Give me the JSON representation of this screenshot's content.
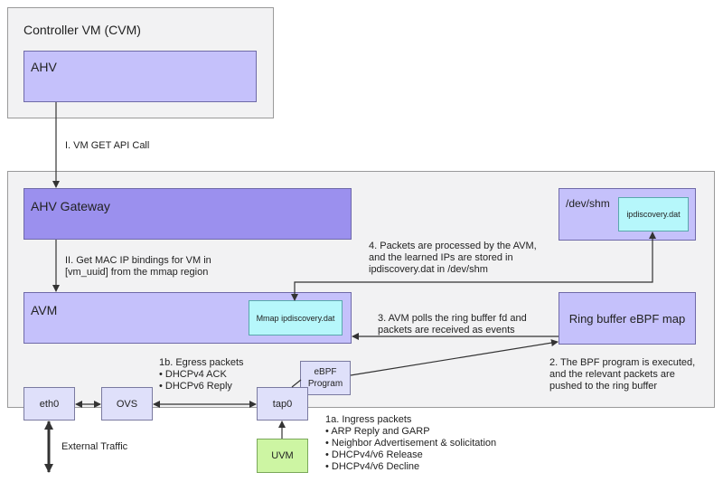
{
  "cvm": {
    "title": "Controller VM (CVM)",
    "ahv": "AHV"
  },
  "host": {
    "gateway": "AHV Gateway",
    "shm": {
      "title": "/dev/shm",
      "file": "ipdiscovery.dat"
    },
    "avm": {
      "title": "AVM",
      "mmap": "Mmap ipdiscovery.dat"
    },
    "ringbuffer": "Ring buffer eBPF map",
    "ebpf": {
      "line1": "eBPF",
      "line2": "Program"
    },
    "eth0": "eth0",
    "ovs": "OVS",
    "tap0": "tap0",
    "uvm": "UVM"
  },
  "labels": {
    "step_i": "I. VM GET API Call",
    "step_ii": [
      "II. Get MAC IP bindings for VM in",
      "[vm_uuid] from the mmap region"
    ],
    "step_4": [
      "4. Packets are processed by the AVM,",
      "and the learned IPs are stored in",
      "ipdiscovery.dat in /dev/shm"
    ],
    "step_3": [
      "3. AVM polls the ring buffer fd and",
      "packets are received as events"
    ],
    "step_2": [
      "2. The BPF program is executed,",
      "and the relevant packets are",
      "pushed to the ring buffer"
    ],
    "step_1b": {
      "title": "1b. Egress packets",
      "items": [
        "DHCPv4 ACK",
        "DHCPv6 Reply"
      ]
    },
    "step_1a": {
      "title": "1a. Ingress packets",
      "items": [
        "ARP Reply and GARP",
        "Neighbor Advertisement & solicitation",
        "DHCPv4/v6 Release",
        "DHCPv4/v6 Decline"
      ]
    },
    "external": "External Traffic"
  },
  "colors": {
    "container_bg": "#f2f2f3",
    "component": "#c5c1fb",
    "gateway": "#9b90ee",
    "port": "#dfe0fa",
    "file": "#b6f7fb",
    "uvm": "#cdf5a3"
  }
}
